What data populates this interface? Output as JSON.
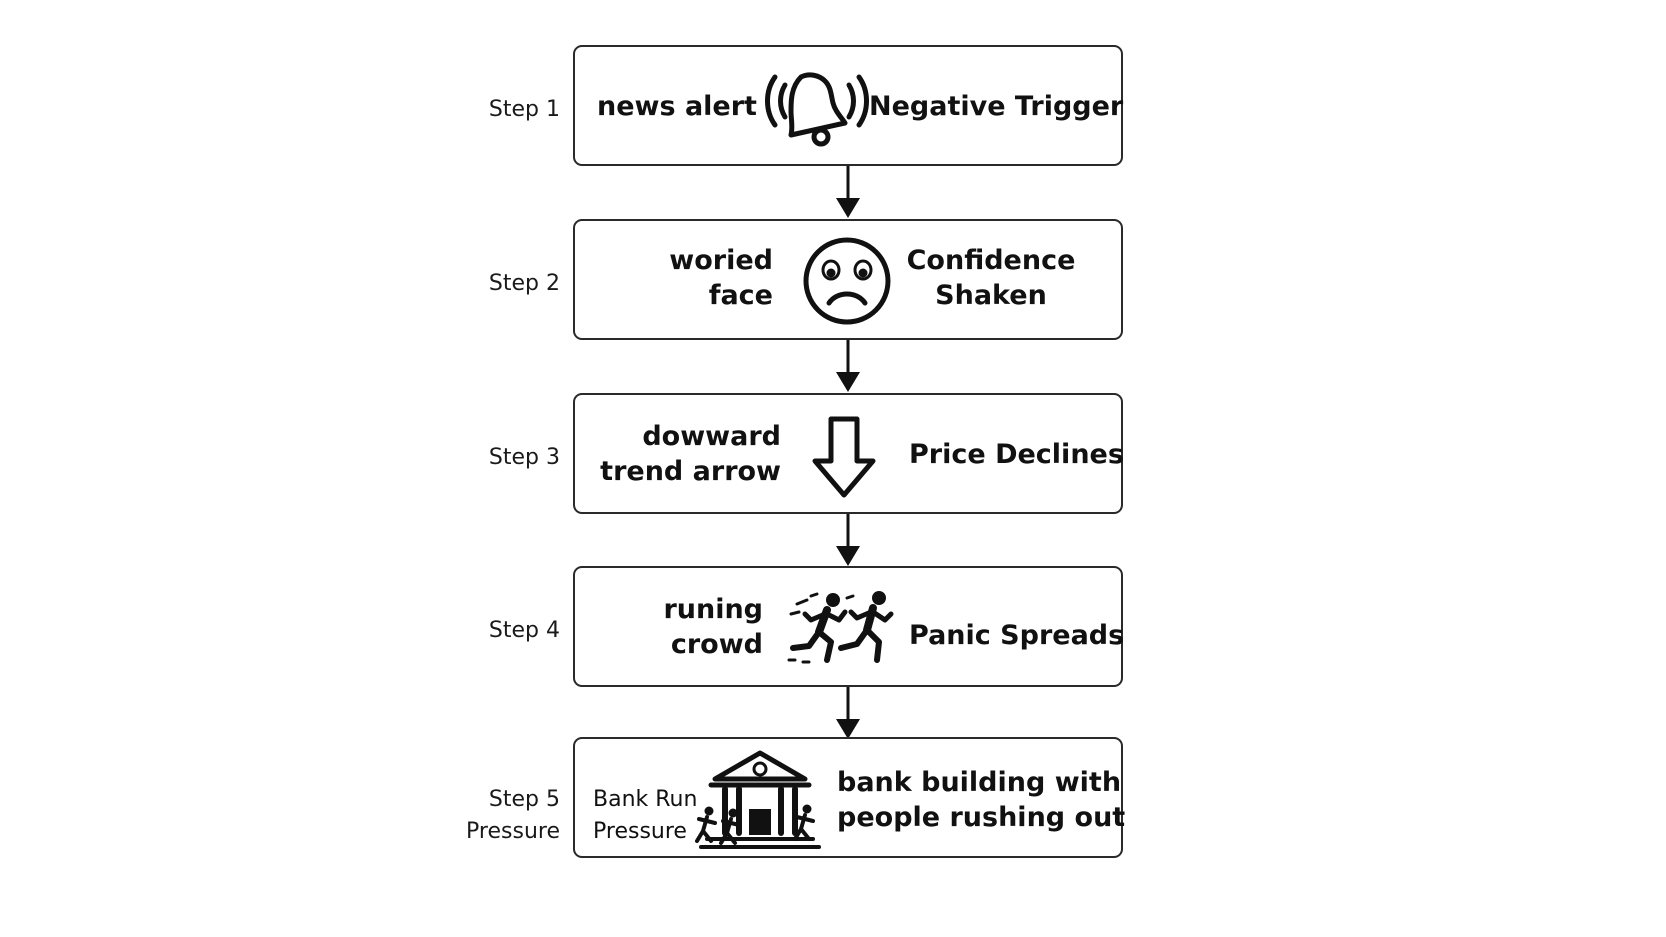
{
  "steps": [
    {
      "step_label": "Step 1",
      "left_text": "news alert",
      "icon": "bell-alert-icon",
      "right_text": "Negative Trigger"
    },
    {
      "step_label": "Step 2",
      "left_line1": "woried",
      "left_line2": "face",
      "icon": "worried-face-icon",
      "right_line1": "Confidence",
      "right_line2": "Shaken"
    },
    {
      "step_label": "Step 3",
      "left_line1": "dowward",
      "left_line2": "trend arrow",
      "icon": "down-arrow-icon",
      "right_text": "Price Declines"
    },
    {
      "step_label": "Step 4",
      "left_line1": "runing",
      "left_line2": "crowd",
      "icon": "running-people-icon",
      "right_text": "Panic Spreads"
    },
    {
      "step_label_line1": "Step 5",
      "step_label_line2": "Pressure",
      "left_line1": "Bank Run",
      "left_line2": "Pressure",
      "icon": "bank-building-icon",
      "right_line1": "bank building with",
      "right_line2": "people rushing out"
    }
  ],
  "colors": {
    "stroke": "#2a2a2a",
    "text": "#111111",
    "background": "#ffffff"
  }
}
